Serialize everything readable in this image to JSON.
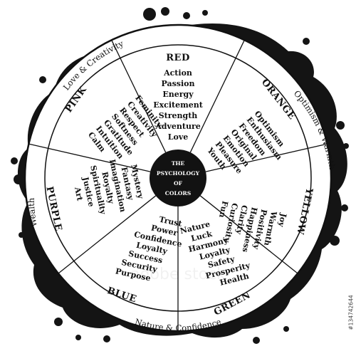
{
  "center": {
    "lines": [
      "THE",
      "PSYCHOLOGY",
      "OF",
      "COLORS"
    ]
  },
  "outer_labels": {
    "love_creativity": "Love & Creativity",
    "optimism_warmth": "Optimism & Warmth",
    "nature_confidence": "Nature & Confidence",
    "wealth": "Wealth"
  },
  "sectors": [
    {
      "key": "red",
      "name": "RED",
      "traits": [
        "Action",
        "Passion",
        "Energy",
        "Excitement",
        "Strength",
        "Adventure",
        "Love"
      ]
    },
    {
      "key": "orange",
      "name": "ORANGE",
      "traits": [
        "Optimism",
        "Enthusiasm",
        "Freedom",
        "Original",
        "Emotion",
        "Pleasure",
        "Youth"
      ]
    },
    {
      "key": "yellow",
      "name": "YELLOW",
      "traits": [
        "Joy",
        "Warmth",
        "Positivity",
        "Happiness",
        "Clarity",
        "Curiosity",
        "Fun"
      ]
    },
    {
      "key": "green",
      "name": "GREEN",
      "traits": [
        "Nature",
        "Luck",
        "Harmony",
        "Loyalty",
        "Safety",
        "Prosperity",
        "Health"
      ]
    },
    {
      "key": "blue",
      "name": "BLUE",
      "traits": [
        "Trust",
        "Power",
        "Confidence",
        "Loyalty",
        "Success",
        "Security",
        "Purpose"
      ]
    },
    {
      "key": "purple",
      "name": "PURPLE",
      "traits": [
        "Mystery",
        "Fantasy",
        "Imagination",
        "Royalty",
        "Spirituality",
        "Justice",
        "Art"
      ]
    },
    {
      "key": "pink",
      "name": "PINK",
      "traits": [
        "Feminity",
        "Creativity",
        "Respect",
        "Softness",
        "Gratitude",
        "Intuition",
        "Calm"
      ]
    }
  ],
  "watermark_text": "adobe stock",
  "stock_id": "#134742644"
}
